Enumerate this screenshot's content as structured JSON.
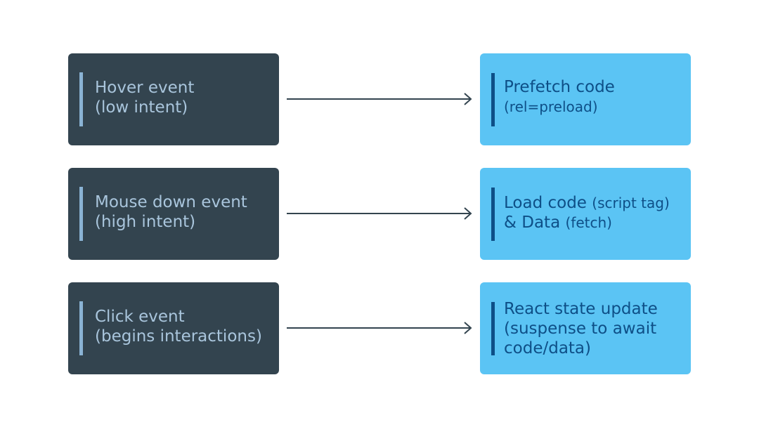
{
  "rows": [
    {
      "trigger": {
        "line1": "Hover event",
        "line2": "(low intent)"
      },
      "action": {
        "line1_main": "Prefetch code",
        "line1_small": "",
        "line2_main": "",
        "line2_small": "(rel=preload)",
        "line3": ""
      }
    },
    {
      "trigger": {
        "line1": "Mouse down event",
        "line2": "(high intent)"
      },
      "action": {
        "line1_main": "Load code ",
        "line1_small": "(script tag)",
        "line2_main": "& Data ",
        "line2_small": "(fetch)",
        "line3": ""
      }
    },
    {
      "trigger": {
        "line1": "Click event",
        "line2": "(begins interactions)"
      },
      "action": {
        "line1_main": "React state update",
        "line1_small": "",
        "line2_main": "",
        "line2_small": "(suspense to await",
        "line3": "code/data)"
      }
    }
  ],
  "colors": {
    "trigger_bg": "#33444f",
    "trigger_text": "#a9c5dc",
    "action_bg": "#5bc4f4",
    "action_text": "#0e4f87",
    "arrow": "#33444f"
  }
}
